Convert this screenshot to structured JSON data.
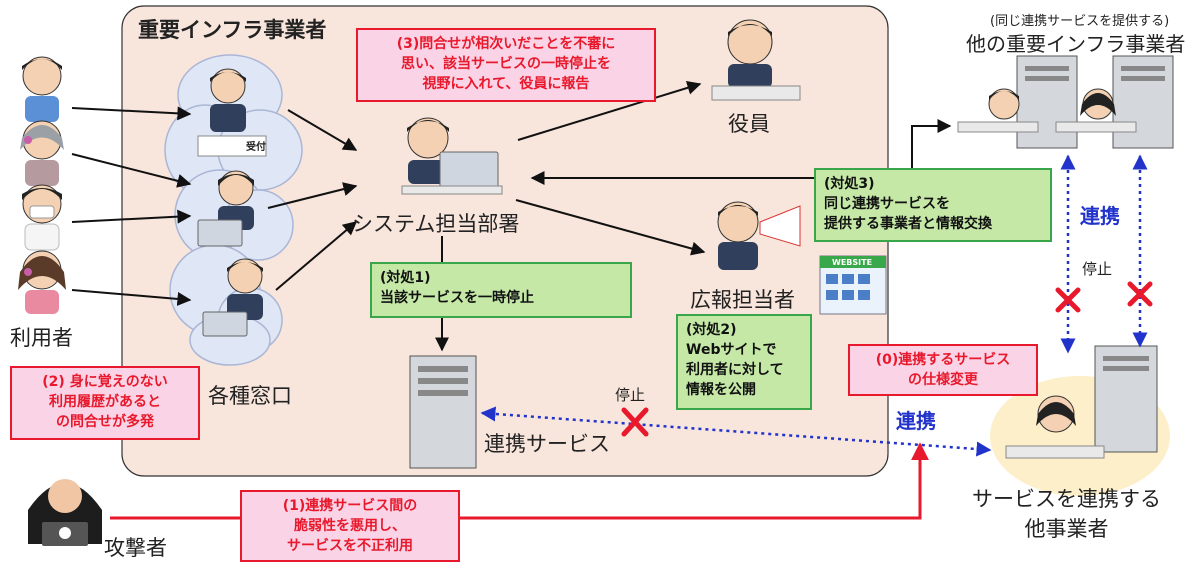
{
  "org": {
    "title": "重要インフラ事業者"
  },
  "labels": {
    "users": "利用者",
    "windows": "各種窓口",
    "system_dept": "システム担当部署",
    "executive": "役員",
    "pr": "広報担当者",
    "linked_service": "連携サービス",
    "attacker": "攻撃者",
    "other_companies": [
      "サービスを連携する",
      "他事業者"
    ],
    "other_infra_note": "(同じ連携サービスを提供する)",
    "other_infra": "他の重要インフラ事業者",
    "reception_sign": "受付",
    "website_sign": "WEBSITE"
  },
  "edges": {
    "stop_bottom": "停止",
    "link_bottom": "連携",
    "link_right": "連携",
    "stop_right": "停止"
  },
  "callouts": {
    "c3": [
      "(3)問合せが相次いだことを不審に",
      "思い、該当サービスの一時停止を",
      "視野に入れて、役員に報告"
    ],
    "c2": [
      "(2) 身に覚えのない",
      "利用履歴があると",
      "の問合せが多発"
    ],
    "c1": [
      "(1)連携サービス間の",
      "脆弱性を悪用し、",
      "サービスを不正利用"
    ],
    "c0": [
      "(0)連携するサービス",
      "の仕様変更"
    ]
  },
  "actions": {
    "a1": [
      "(対処1)",
      "当該サービスを一時停止"
    ],
    "a2": [
      "(対処2)",
      "Webサイトで",
      "利用者に対して",
      "情報を公開"
    ],
    "a3": [
      "(対処3)",
      "同じ連携サービスを",
      "提供する事業者と情報交換"
    ]
  },
  "colors": {
    "org_fill": "#f8e5dc",
    "callout_border": "#e8192c",
    "callout_fill": "#fbd3e6",
    "action_border": "#3aa64a",
    "action_fill": "#c5e8a7",
    "attack_line": "#e8192c",
    "link_line": "#2233cc"
  }
}
